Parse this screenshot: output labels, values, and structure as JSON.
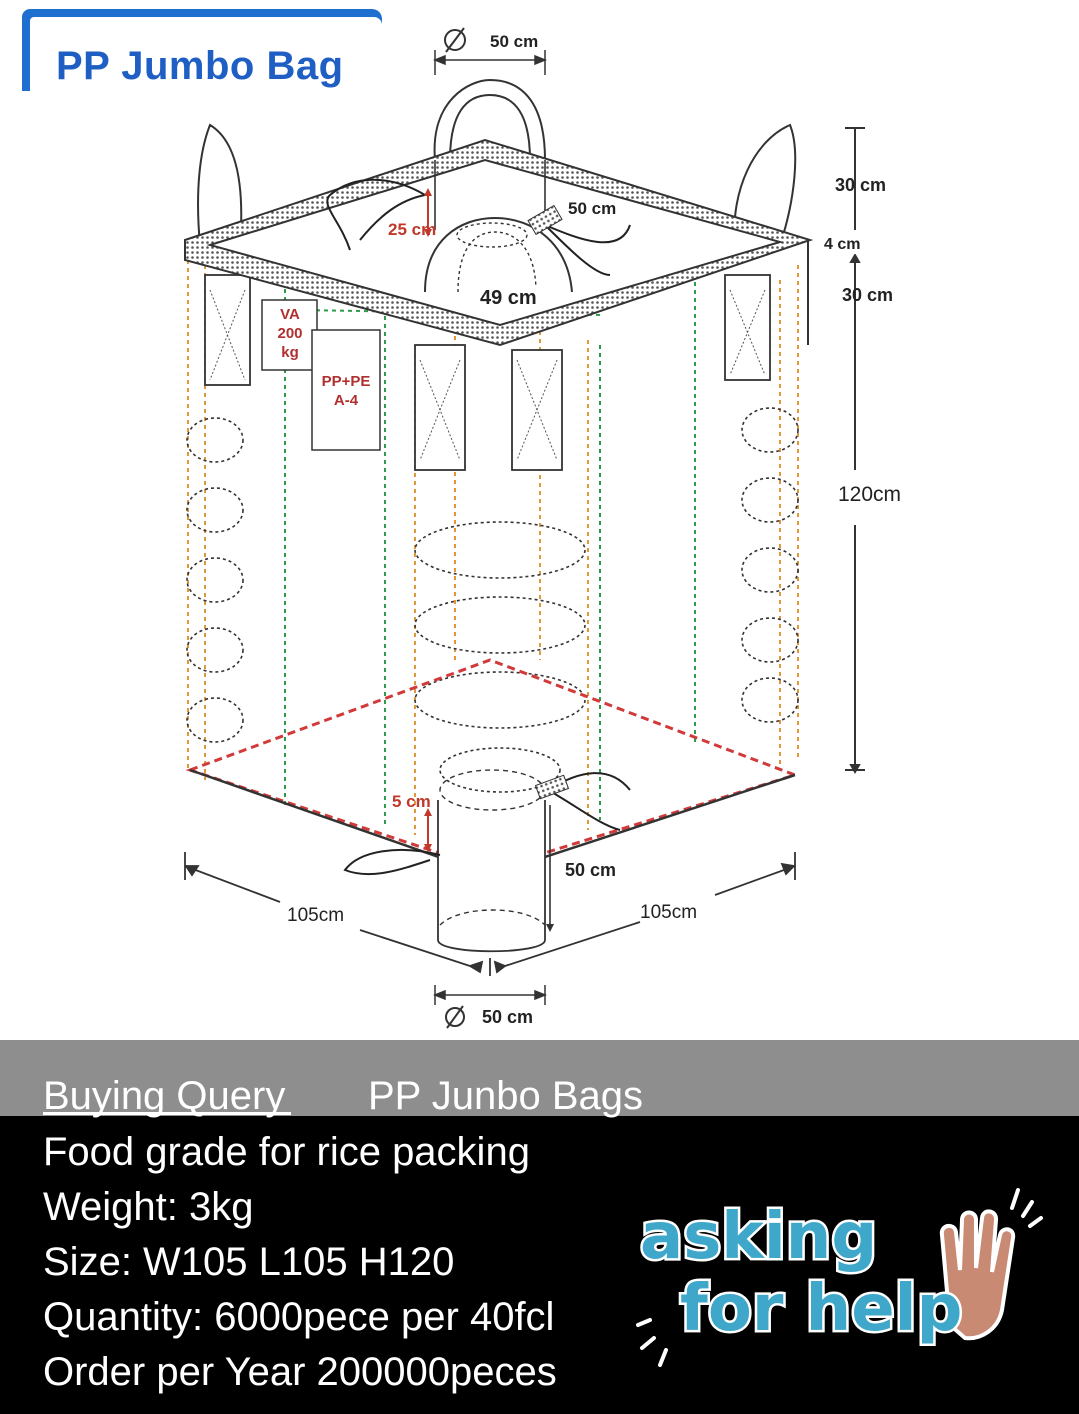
{
  "title": "PP Jumbo Bag",
  "diagram": {
    "top_spout_diameter": "50 cm",
    "top_spout_height": "25 cm",
    "top_tie": "50 cm",
    "top_skirt": "49 cm",
    "loop_height_1": "30 cm",
    "loop_band": "4 cm",
    "loop_height_2": "30 cm",
    "height": "120cm",
    "label_left": [
      "VA",
      "200",
      "kg"
    ],
    "label_right": [
      "PP+PE",
      "A-4"
    ],
    "bottom_spout_height": "5 cm",
    "bottom_spout_length": "50 cm",
    "bottom_spout_diameter": "50 cm",
    "width_left": "105cm",
    "width_right": "105cm"
  },
  "query": {
    "header_left": "Buying Query",
    "header_right": "PP Junbo Bags",
    "lines": [
      "Food grade for rice packing",
      "Weight: 3kg",
      "Size: W105 L105 H120",
      "Quantity: 6000pece per 40fcl",
      "Order per Year 200000peces"
    ]
  },
  "sticker": {
    "line1": "asking",
    "line2": "for help",
    "text_color": "#3fa7c9",
    "hand_color": "#c98a74"
  }
}
